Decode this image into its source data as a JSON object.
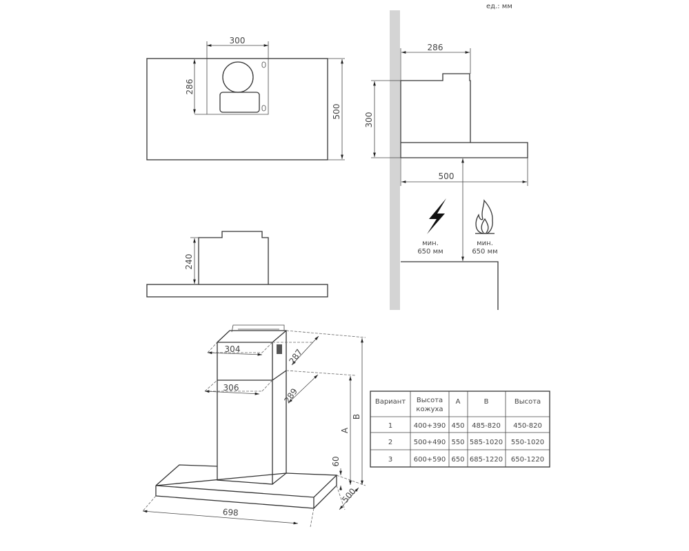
{
  "units_label": "ед.:  мм",
  "top_view": {
    "width_300": "300",
    "depth_286": "286",
    "depth_500": "500"
  },
  "side_view": {
    "width_286": "286",
    "height_300": "300",
    "depth_500": "500",
    "electric_min_line1": "мин.",
    "electric_min_line2": "650 мм",
    "gas_min_line1": "мин.",
    "gas_min_line2": "650 мм"
  },
  "front_view": {
    "height_240": "240"
  },
  "iso_view": {
    "top_width": "304",
    "top_depth": "287",
    "lower_width": "306",
    "lower_depth": "289",
    "dim_a": "A",
    "dim_b": "B",
    "canopy_height": "60",
    "canopy_depth": "500",
    "canopy_width": "698"
  },
  "table": {
    "headers": [
      "Вариант",
      "Высота",
      "A",
      "B",
      "Высота"
    ],
    "header_line2": [
      "",
      "кожуха",
      "",
      "",
      ""
    ],
    "rows": [
      [
        "1",
        "400+390",
        "450",
        "485-820",
        "450-820"
      ],
      [
        "2",
        "500+490",
        "550",
        "585-1020",
        "550-1020"
      ],
      [
        "3",
        "600+590",
        "650",
        "685-1220",
        "650-1220"
      ]
    ]
  },
  "colors": {
    "wall": "#d4d4d4",
    "line": "#333333"
  }
}
